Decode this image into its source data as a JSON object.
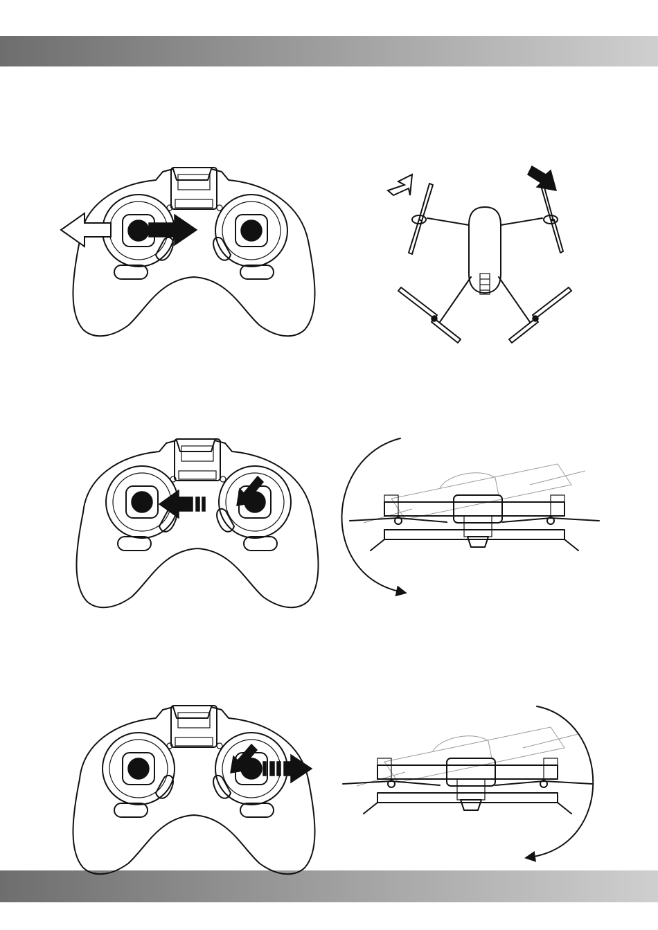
{
  "page": {
    "header_band_color": "#8a8a8a",
    "footer_band_color": "#8a8a8a"
  },
  "panels": [
    {
      "id": "lateral",
      "controller_icon": "gamepad-icon",
      "drone_icon": "drone-top-view-icon",
      "arrow_icons": [
        "arrow-left-hollow-icon",
        "arrow-right-solid-icon"
      ]
    },
    {
      "id": "roll-left",
      "controller_icon": "gamepad-icon",
      "drone_icon": "drone-front-view-icon",
      "arrow_icons": [
        "arrow-left-solid-dashed-icon",
        "curved-arrow-down-icon"
      ]
    },
    {
      "id": "roll-right",
      "controller_icon": "gamepad-icon",
      "drone_icon": "drone-front-view-icon",
      "arrow_icons": [
        "arrow-right-solid-dashed-icon",
        "curved-arrow-down-icon"
      ]
    }
  ]
}
